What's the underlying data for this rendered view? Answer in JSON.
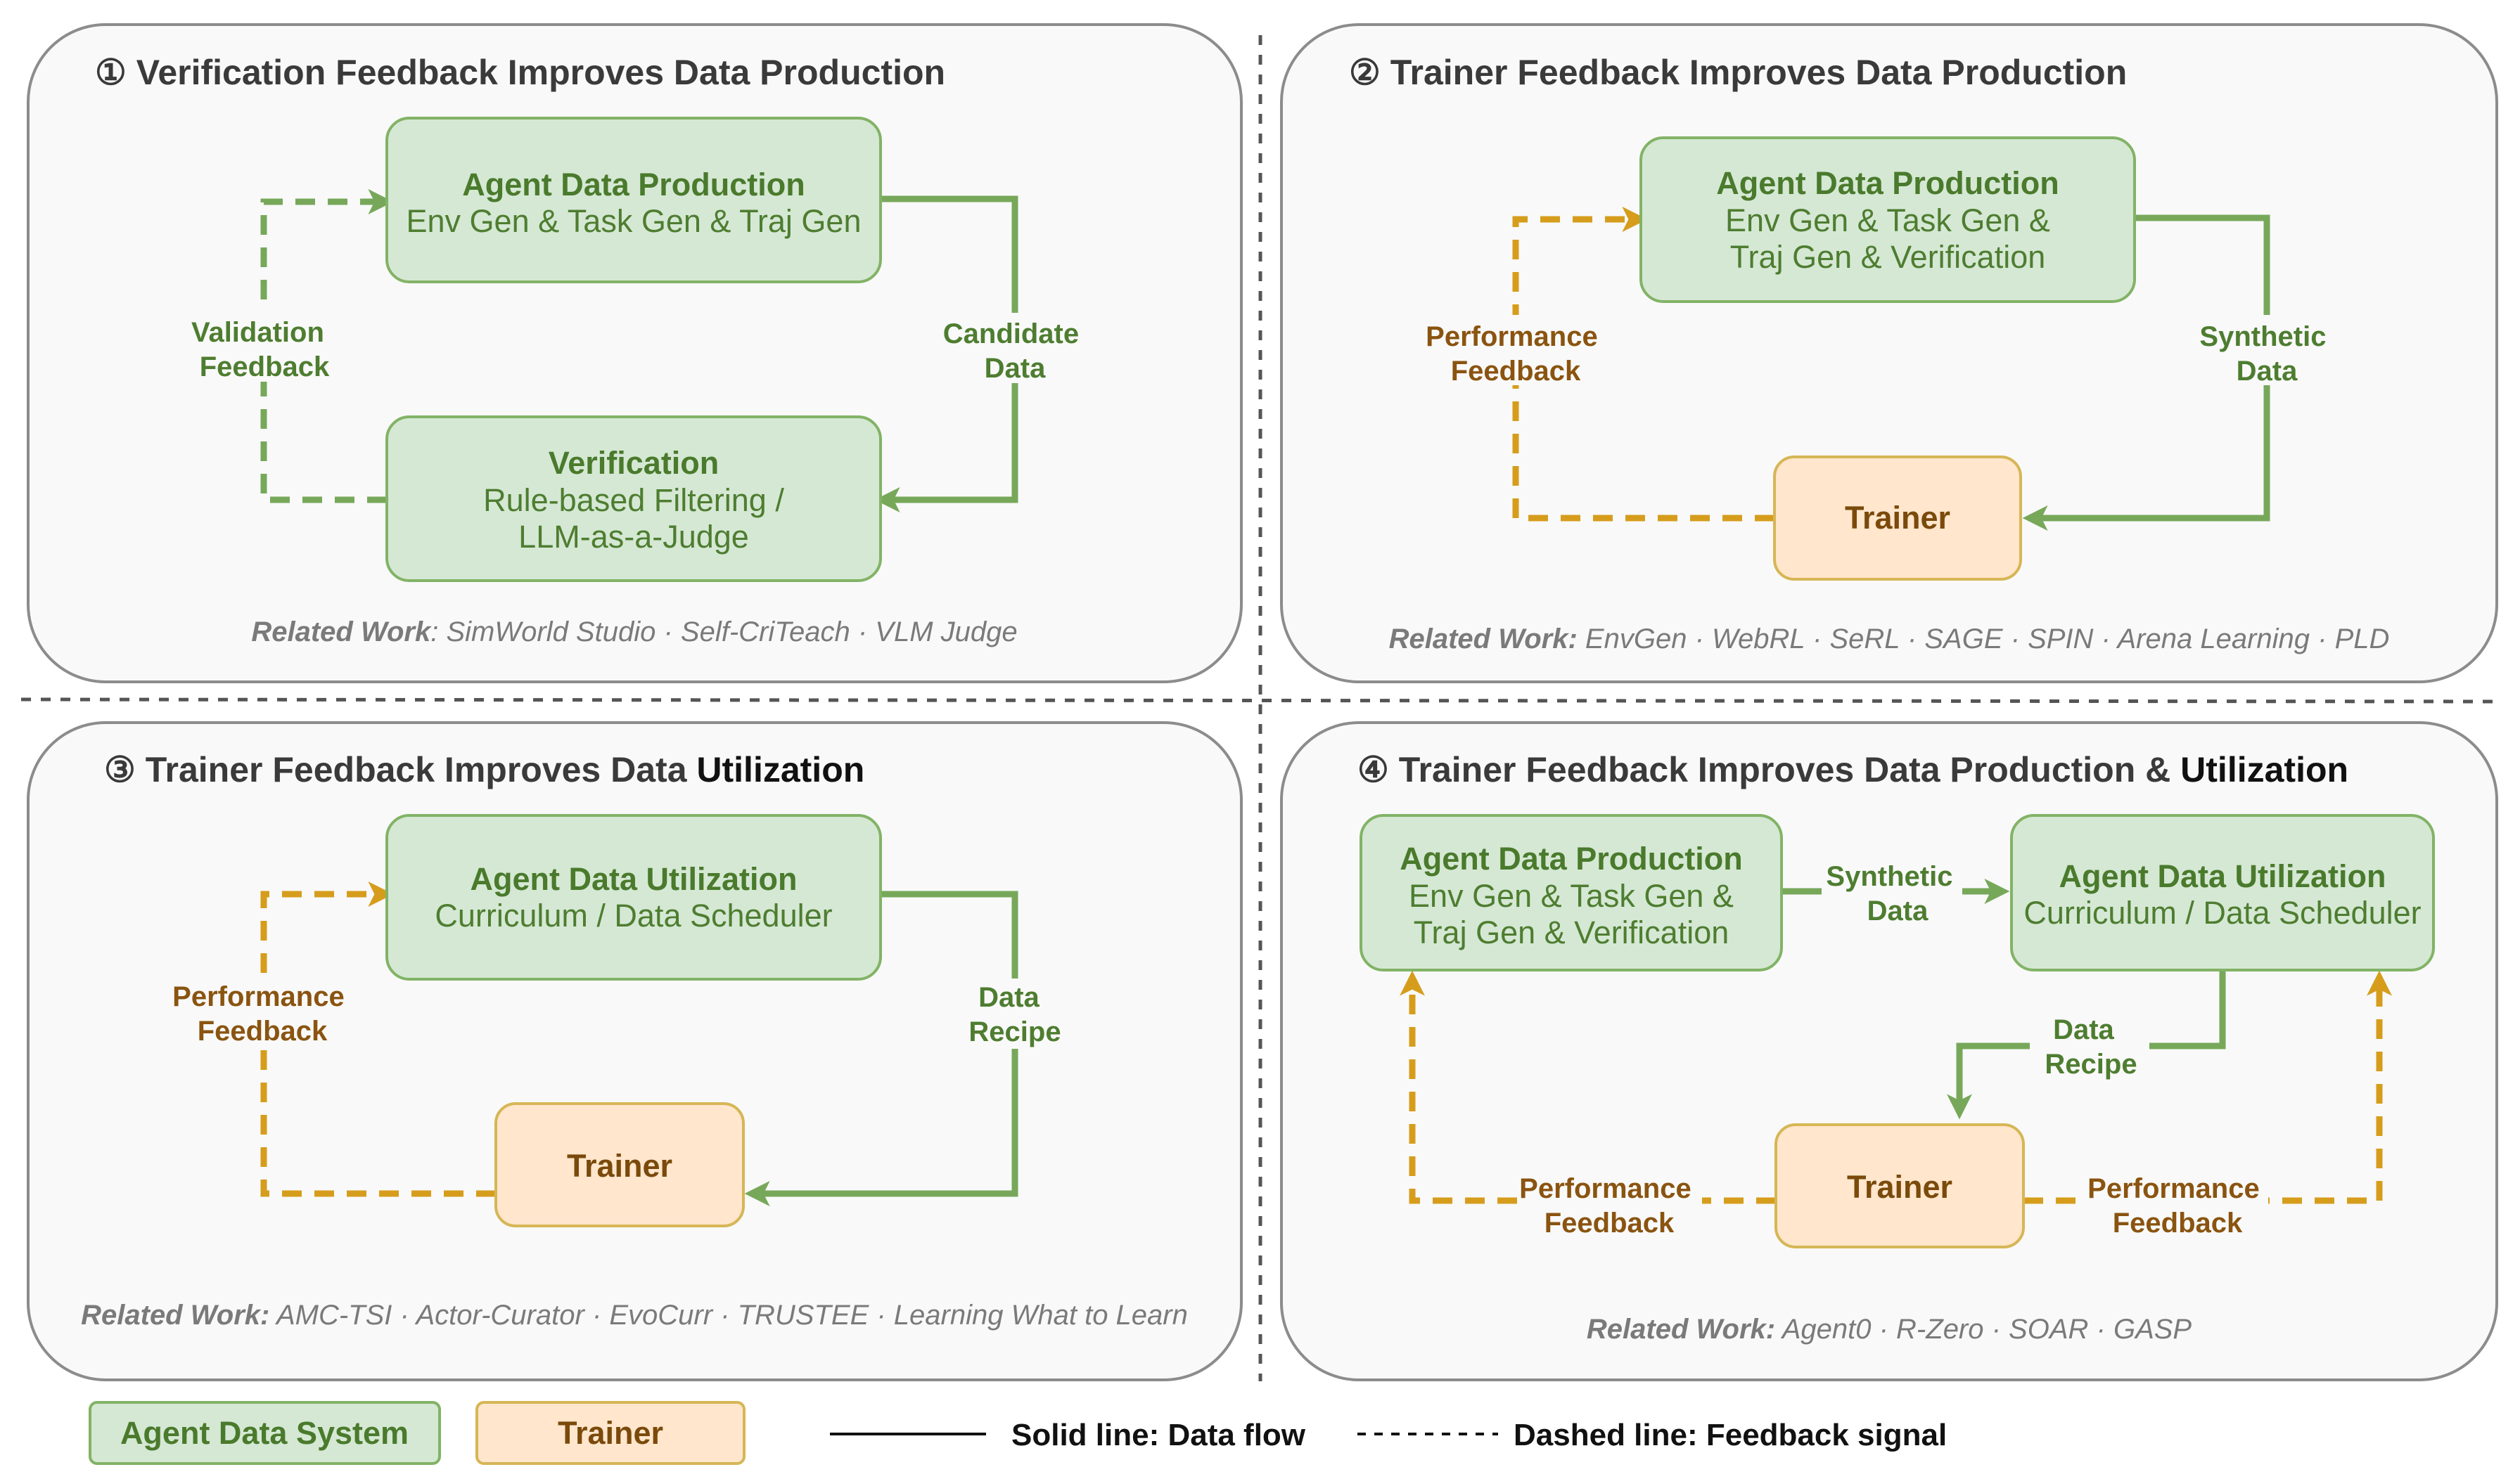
{
  "panels": [
    {
      "title_num": "①",
      "title_main": "Verification Feedback Improves Data Production",
      "title_dark": "",
      "box1_title": "Agent Data Production",
      "box1_lines": [
        "Env Gen & Task Gen & Traj Gen"
      ],
      "box2_title": "Verification",
      "box2_lines": [
        "Rule-based Filtering /",
        "LLM-as-a-Judge"
      ],
      "right_label": [
        "Candidate",
        "Data"
      ],
      "left_label": [
        "Validation",
        "Feedback"
      ],
      "related_label": "Related Work",
      "related_text": ": SimWorld Studio · Self-CriTeach  · VLM Judge"
    },
    {
      "title_num": "②",
      "title_main": "Trainer Feedback Improves Data Production",
      "title_dark": "",
      "box1_title": "Agent Data Production",
      "box1_lines": [
        "Env Gen & Task Gen &",
        "Traj Gen & Verification"
      ],
      "box2_title": "Trainer",
      "box2_lines": [],
      "right_label": [
        "Synthetic",
        "Data"
      ],
      "left_label": [
        "Performance",
        "Feedback"
      ],
      "related_label": "Related Work:",
      "related_text": " EnvGen · WebRL · SeRL · SAGE · SPIN · Arena Learning · PLD"
    },
    {
      "title_num": "③",
      "title_main": "Trainer Feedback Improves Data ",
      "title_dark": "Utilization",
      "box1_title": "Agent Data Utilization",
      "box1_lines": [
        "Curriculum / Data Scheduler"
      ],
      "box2_title": "Trainer",
      "box2_lines": [],
      "right_label": [
        "Data",
        "Recipe"
      ],
      "left_label": [
        "Performance",
        "Feedback"
      ],
      "related_label": "Related Work:",
      "related_text": " AMC-TSI · Actor-Curator · EvoCurr · TRUSTEE · Learning What to Learn"
    },
    {
      "title_num": "④",
      "title_main": "Trainer Feedback Improves Data Production & ",
      "title_dark": "Utilization",
      "box1_title": "Agent Data Production",
      "box1_lines": [
        "Env Gen & Task Gen &",
        "Traj Gen & Verification"
      ],
      "box3_title": "Agent Data Utilization",
      "box3_lines": [
        "Curriculum / Data Scheduler"
      ],
      "box2_title": "Trainer",
      "top_label": [
        "Synthetic",
        "Data"
      ],
      "mid_label": [
        "Data",
        "Recipe"
      ],
      "left_label": [
        "Performance",
        "Feedback"
      ],
      "right_label": [
        "Performance",
        "Feedback"
      ],
      "related_label": "Related Work:",
      "related_text": " Agent0 · R-Zero · SOAR · GASP"
    }
  ],
  "legend": {
    "agent_system": "Agent Data System",
    "trainer": "Trainer",
    "solid": "Solid line: Data flow",
    "dashed": "Dashed line: Feedback signal"
  },
  "colors": {
    "green_fill": "#d5e8d4",
    "green_stroke": "#82b366",
    "green_line": "#77a85a",
    "orange_fill": "#ffe6cc",
    "orange_stroke": "#d6b656",
    "gold_line": "#d69d1c"
  }
}
